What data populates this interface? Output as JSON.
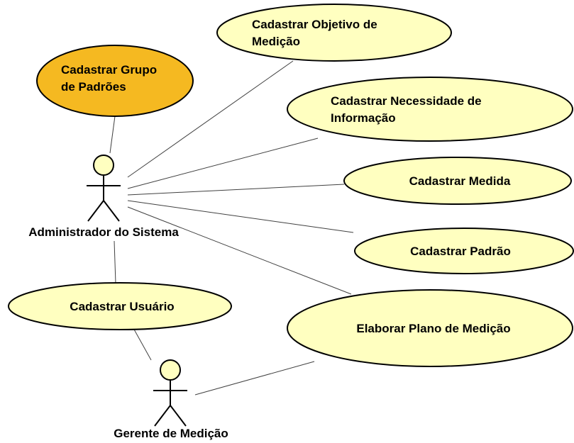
{
  "diagram": {
    "type": "uml-use-case",
    "actors": [
      {
        "id": "admin",
        "name": "Administrador do Sistema"
      },
      {
        "id": "gerente",
        "name": "Gerente de Medição"
      }
    ],
    "use_cases": [
      {
        "id": "grupo",
        "lines": [
          "Cadastrar Grupo",
          "de Padrões"
        ],
        "highlighted": true
      },
      {
        "id": "objetivo",
        "lines": [
          "Cadastrar Objetivo de",
          "Medição"
        ]
      },
      {
        "id": "necessidade",
        "lines": [
          "Cadastrar Necessidade de",
          "Informação"
        ]
      },
      {
        "id": "medida",
        "lines": [
          "Cadastrar Medida"
        ]
      },
      {
        "id": "padrao",
        "lines": [
          "Cadastrar Padrão"
        ]
      },
      {
        "id": "plano",
        "lines": [
          "Elaborar Plano de Medição"
        ]
      },
      {
        "id": "usuario",
        "lines": [
          "Cadastrar Usuário"
        ]
      }
    ],
    "associations": [
      {
        "from": "admin",
        "to": "grupo"
      },
      {
        "from": "admin",
        "to": "objetivo"
      },
      {
        "from": "admin",
        "to": "necessidade"
      },
      {
        "from": "admin",
        "to": "medida"
      },
      {
        "from": "admin",
        "to": "padrao"
      },
      {
        "from": "admin",
        "to": "plano"
      },
      {
        "from": "admin",
        "to": "usuario"
      },
      {
        "from": "gerente",
        "to": "usuario"
      },
      {
        "from": "gerente",
        "to": "plano"
      }
    ],
    "colors": {
      "use_case_fill": "#ffffc0",
      "highlight_fill": "#f5b921",
      "stroke": "#000000",
      "actor_head_fill": "#ffffc0",
      "line": "#404040"
    }
  }
}
